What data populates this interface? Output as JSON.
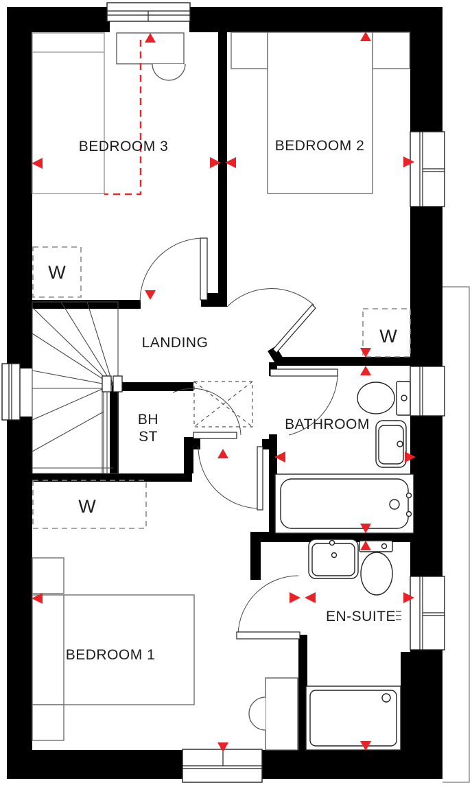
{
  "floor_plan": {
    "rooms": {
      "bedroom3": {
        "label": "BEDROOM 3"
      },
      "bedroom2": {
        "label": "BEDROOM 2"
      },
      "landing": {
        "label": "LANDING"
      },
      "bhst": {
        "label_line1": "BH",
        "label_line2": "ST"
      },
      "bathroom": {
        "label": "BATHROOM"
      },
      "bedroom1": {
        "label": "BEDROOM 1"
      },
      "ensuite": {
        "label": "EN-SUITE"
      }
    },
    "wardrobes": [
      {
        "label": "W"
      },
      {
        "label": "W"
      },
      {
        "label": "W"
      }
    ],
    "colors": {
      "wall": "#000000",
      "marker": "#ea2127",
      "dashed_red": "#e8262b"
    }
  }
}
